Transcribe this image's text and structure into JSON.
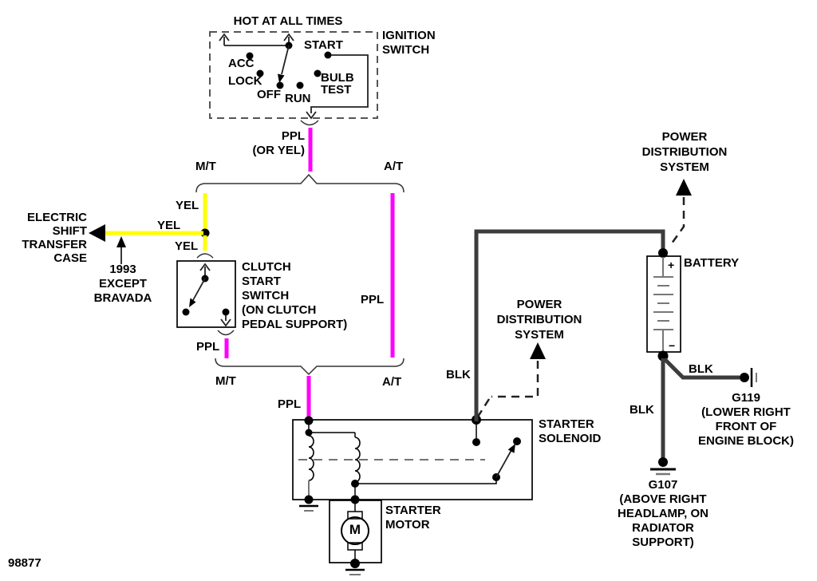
{
  "diagram_id": "98877",
  "colors": {
    "ppl_wire": "#FF00FF",
    "yel_wire": "#FFFF00",
    "blk_wire": "#3C3C3C",
    "line": "#000000"
  },
  "ignition": {
    "feed": "HOT AT ALL TIMES",
    "title": "IGNITION\nSWITCH",
    "positions": {
      "acc": "ACC",
      "lock": "LOCK",
      "off": "OFF",
      "run": "RUN",
      "start": "START",
      "bulb_test": "BULB\nTEST"
    }
  },
  "wire_labels": {
    "ppl_or_yel": "PPL\n(OR YEL)",
    "ppl": "PPL",
    "yel": "YEL",
    "blk": "BLK"
  },
  "branch_labels": {
    "mt": "M/T",
    "at": "A/T"
  },
  "transfer_case": {
    "label": "ELECTRIC\nSHIFT\nTRANSFER\nCASE",
    "note": "1993\nEXCEPT\nBRAVADA"
  },
  "clutch_switch": {
    "label": "CLUTCH\nSTART\nSWITCH\n(ON CLUTCH\nPEDAL SUPPORT)"
  },
  "solenoid": {
    "label": "STARTER\nSOLENOID"
  },
  "motor": {
    "label": "STARTER\nMOTOR",
    "symbol": "M"
  },
  "battery": {
    "label": "BATTERY",
    "plus": "+",
    "minus": "−"
  },
  "power_distribution": {
    "label": "POWER\nDISTRIBUTION\nSYSTEM"
  },
  "grounds": {
    "g107": "G107\n(ABOVE RIGHT\nHEADLAMP, ON\nRADIATOR SUPPORT)",
    "g119": "G119\n(LOWER RIGHT\nFRONT OF\nENGINE BLOCK)"
  }
}
